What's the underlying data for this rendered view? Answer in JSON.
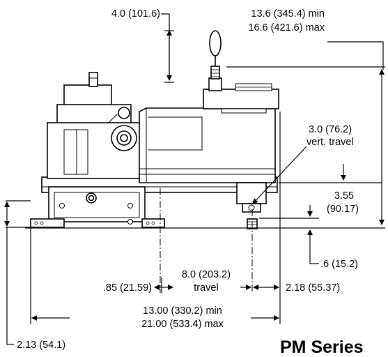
{
  "dimensions": {
    "top_clearance": "4.0 (101.6)",
    "height_min": "13.6 (345.4) min",
    "height_max": "16.6 (421.6) max",
    "vert_travel_value": "3.0 (76.2)",
    "vert_travel_label": "vert. travel",
    "column_offset_value": "3.55",
    "column_offset_metric": "(90.17)",
    "tip_offset": ".6 (15.2)",
    "travel_value": "8.0 (203.2)",
    "travel_label": "travel",
    "left_offset": ".85 (21.59)",
    "right_offset": "2.18 (55.37)",
    "length_min": "13.00 (330.2) min",
    "length_max": "21.00 (533.4) max",
    "base_height": "2.13 (54.1)"
  },
  "title": "PM Series"
}
